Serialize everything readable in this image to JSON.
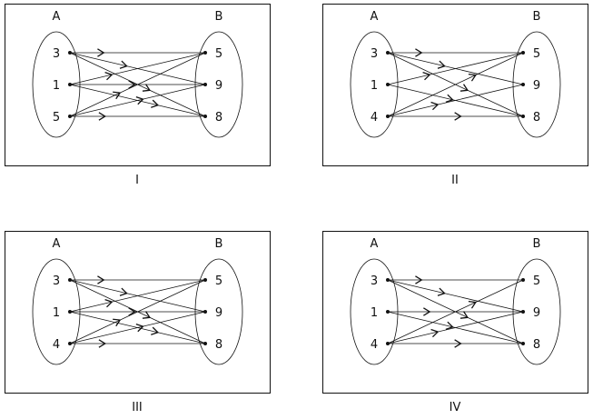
{
  "set_labels": {
    "left": "A",
    "right": "B"
  },
  "panels": [
    {
      "caption": "I",
      "left_elements": [
        "3",
        "1",
        "5"
      ],
      "right_elements": [
        "5",
        "9",
        "8"
      ],
      "mappings": [
        [
          "3",
          "5"
        ],
        [
          "3",
          "9"
        ],
        [
          "3",
          "8"
        ],
        [
          "1",
          "5"
        ],
        [
          "1",
          "9"
        ],
        [
          "1",
          "8"
        ],
        [
          "5",
          "5"
        ],
        [
          "5",
          "9"
        ],
        [
          "5",
          "8"
        ]
      ]
    },
    {
      "caption": "II",
      "left_elements": [
        "3",
        "1",
        "4"
      ],
      "right_elements": [
        "5",
        "9",
        "8"
      ],
      "mappings": [
        [
          "3",
          "5"
        ],
        [
          "3",
          "9"
        ],
        [
          "3",
          "8"
        ],
        [
          "1",
          "5"
        ],
        [
          "1",
          "8"
        ],
        [
          "4",
          "5"
        ],
        [
          "4",
          "9"
        ],
        [
          "4",
          "8"
        ]
      ]
    },
    {
      "caption": "III",
      "left_elements": [
        "3",
        "1",
        "4"
      ],
      "right_elements": [
        "5",
        "9",
        "8"
      ],
      "mappings": [
        [
          "3",
          "5"
        ],
        [
          "3",
          "9"
        ],
        [
          "3",
          "8"
        ],
        [
          "1",
          "5"
        ],
        [
          "1",
          "9"
        ],
        [
          "1",
          "8"
        ],
        [
          "4",
          "5"
        ],
        [
          "4",
          "9"
        ],
        [
          "4",
          "8"
        ]
      ]
    },
    {
      "caption": "IV",
      "left_elements": [
        "3",
        "1",
        "4"
      ],
      "right_elements": [
        "5",
        "9",
        "8"
      ],
      "mappings": [
        [
          "3",
          "5"
        ],
        [
          "3",
          "9"
        ],
        [
          "3",
          "8"
        ],
        [
          "1",
          "9"
        ],
        [
          "1",
          "8"
        ],
        [
          "4",
          "5"
        ],
        [
          "4",
          "9"
        ],
        [
          "4",
          "8"
        ]
      ]
    }
  ]
}
